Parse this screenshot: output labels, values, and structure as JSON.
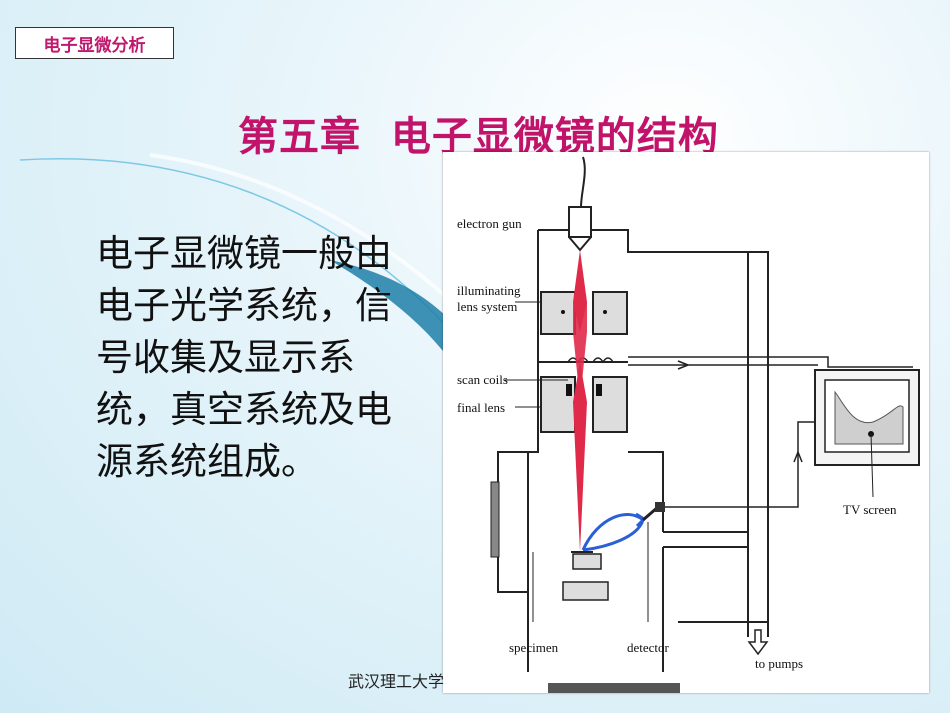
{
  "header": {
    "tag": "电子显微分析"
  },
  "slide": {
    "title": "第五章  电子显微镜的结构",
    "body": "电子显微镜一般由电子光学系统，信号收集及显示系统，真空系统及电源系统组成。"
  },
  "diagram": {
    "labels": {
      "electron_gun": "electron gun",
      "illuminating_1": "illuminating",
      "illuminating_2": "lens system",
      "scan_coils": "scan coils",
      "final_lens": "final lens",
      "tv_screen": "TV screen",
      "specimen": "specimen",
      "detector": "detector",
      "to_pumps": "to pumps"
    },
    "colors": {
      "beam": "#e02a4a",
      "signal": "#2a5fd6",
      "line": "#222222"
    }
  },
  "footer": {
    "text": "武汉理工大学"
  }
}
